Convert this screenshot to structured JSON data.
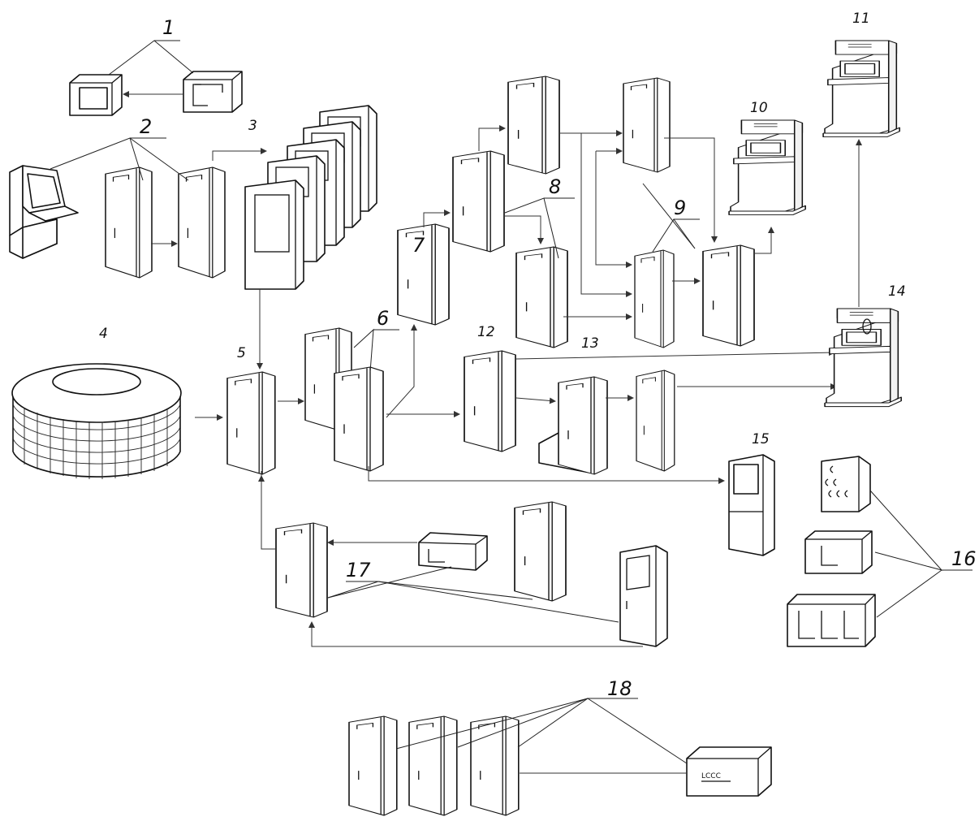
{
  "labels": {
    "l1": "1",
    "l2": "2",
    "l3": "3",
    "l4": "4",
    "l5": "5",
    "l6": "6",
    "l7": "7",
    "l8": "8",
    "l9": "9",
    "l10": "10",
    "l11": "11",
    "l12": "12",
    "l13": "13",
    "l14": "14",
    "l15": "15",
    "l16": "16",
    "l17": "17",
    "l18": "18"
  },
  "box_marking": "LCCC"
}
